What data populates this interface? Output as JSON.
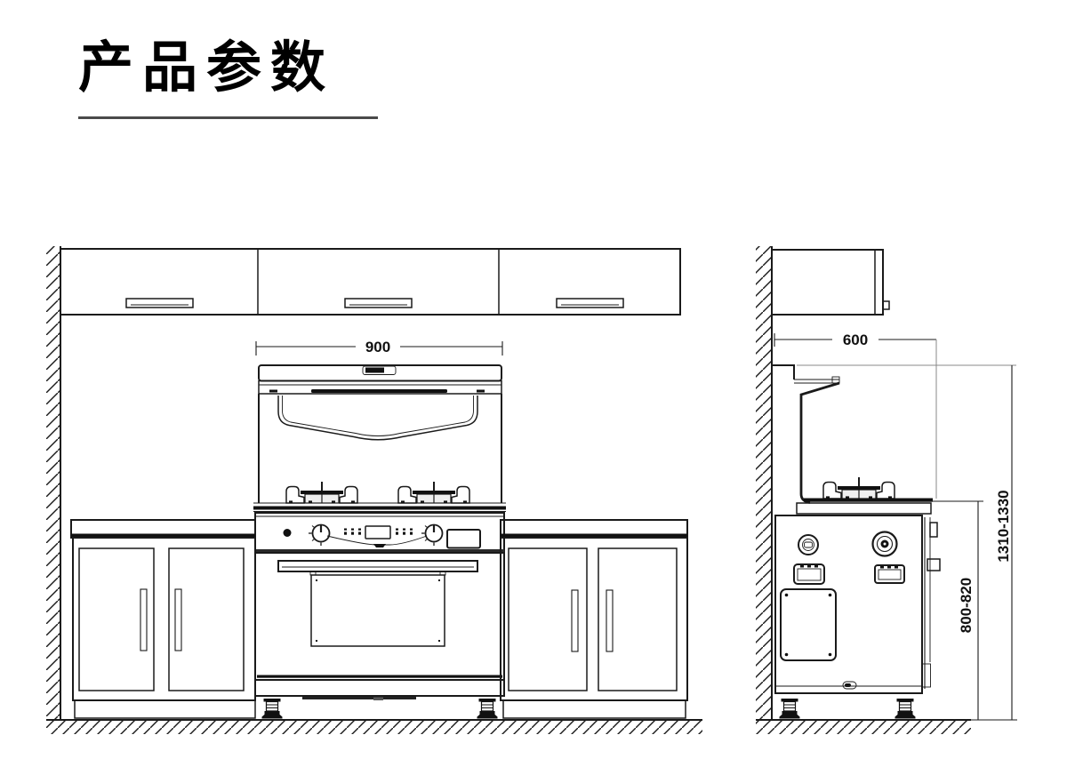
{
  "header": {
    "title": "产品参数"
  },
  "colors": {
    "line": "#1a1a1a",
    "thin_extension_line": "#888888",
    "background": "#ffffff",
    "title_underline": "#4a4a4a"
  },
  "dimensions": {
    "front_width": "900",
    "side_depth": "600",
    "overall_height_range": "1310-1330",
    "worktop_height_range": "800-820"
  }
}
